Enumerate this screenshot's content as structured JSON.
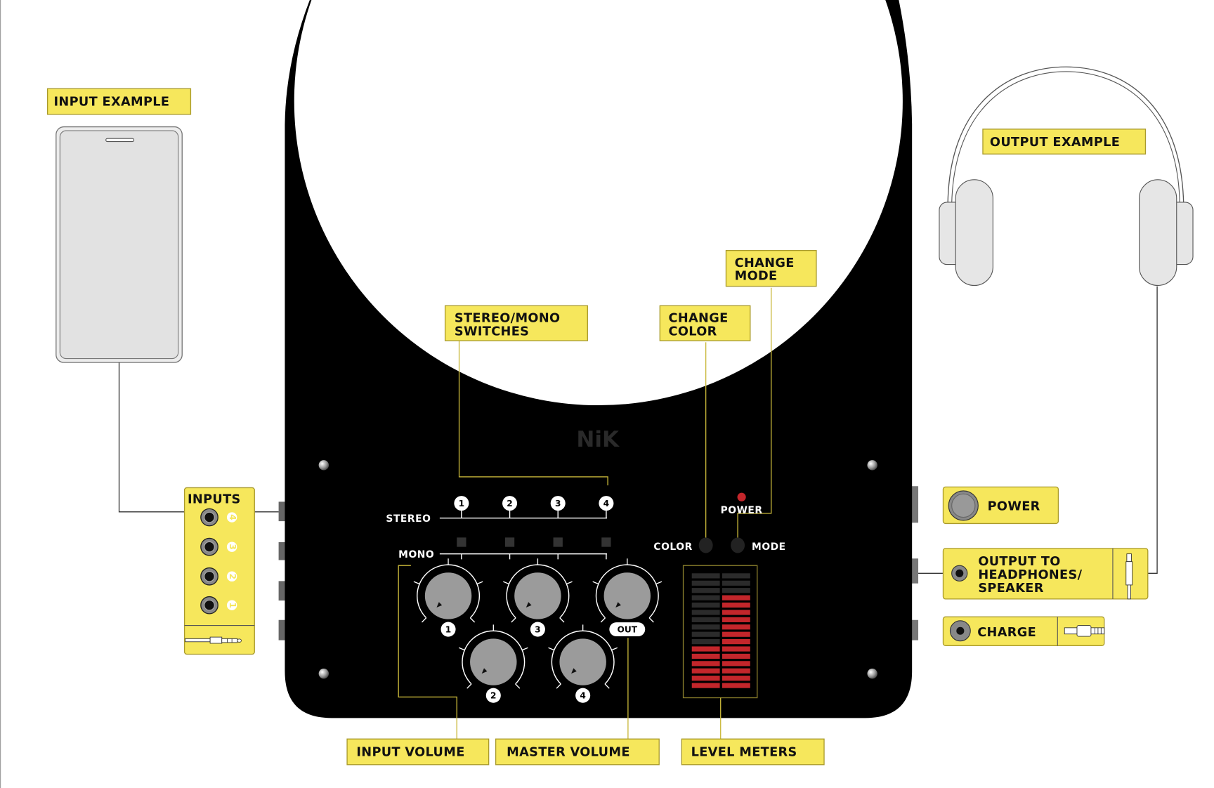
{
  "labels": {
    "input_example": "INPUT EXAMPLE",
    "output_example": "OUTPUT EXAMPLE",
    "inputs": "INPUTS",
    "stereo_mono_1": "STEREO/MONO",
    "stereo_mono_2": "SWITCHES",
    "change_color_1": "CHANGE",
    "change_color_2": "COLOR",
    "change_mode_1": "CHANGE",
    "change_mode_2": "MODE",
    "input_volume": "INPUT VOLUME",
    "master_volume": "MASTER VOLUME",
    "level_meters": "LEVEL METERS",
    "power": "POWER",
    "output_1": "OUTPUT TO",
    "output_2": "HEADPHONES/",
    "output_3": "SPEAKER",
    "charge": "CHARGE"
  },
  "device": {
    "logo": "NiK",
    "stereo": "STEREO",
    "mono": "MONO",
    "color": "COLOR",
    "mode": "MODE",
    "power": "POWER",
    "switch_numbers": [
      "1",
      "2",
      "3",
      "4"
    ],
    "input_numbers": [
      "4",
      "3",
      "2",
      "1"
    ],
    "knobs": [
      "1",
      "3",
      "OUT",
      "2",
      "4"
    ],
    "level_meter": {
      "rows": 16,
      "left_lit": 6,
      "right_lit": 13
    },
    "colors": {
      "lit": "#c3262b",
      "unlit": "#2b2b2b",
      "label": "#f6e75c"
    }
  }
}
